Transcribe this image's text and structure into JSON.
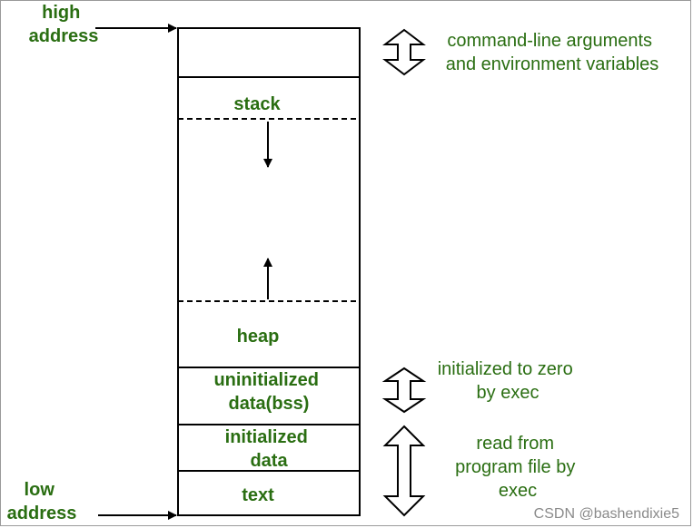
{
  "labels": {
    "high_address": [
      "high",
      "address"
    ],
    "low_address": [
      "low",
      "address"
    ]
  },
  "segments": {
    "args": [],
    "stack": [
      "stack"
    ],
    "heap": [
      "heap"
    ],
    "bss": [
      "uninitialized",
      "data(bss)"
    ],
    "init_data": [
      "initialized",
      "data"
    ],
    "text": [
      "text"
    ]
  },
  "notes": {
    "args": [
      "command-line arguments",
      "and environment variables"
    ],
    "bss": [
      "initialized to zero",
      "by exec"
    ],
    "program": [
      "read from",
      "program file by",
      "exec"
    ]
  },
  "watermark": "CSDN @bashendixie5",
  "colors": {
    "label": "#2a6e12",
    "line": "#000000",
    "watermark": "#8a8a8a"
  }
}
